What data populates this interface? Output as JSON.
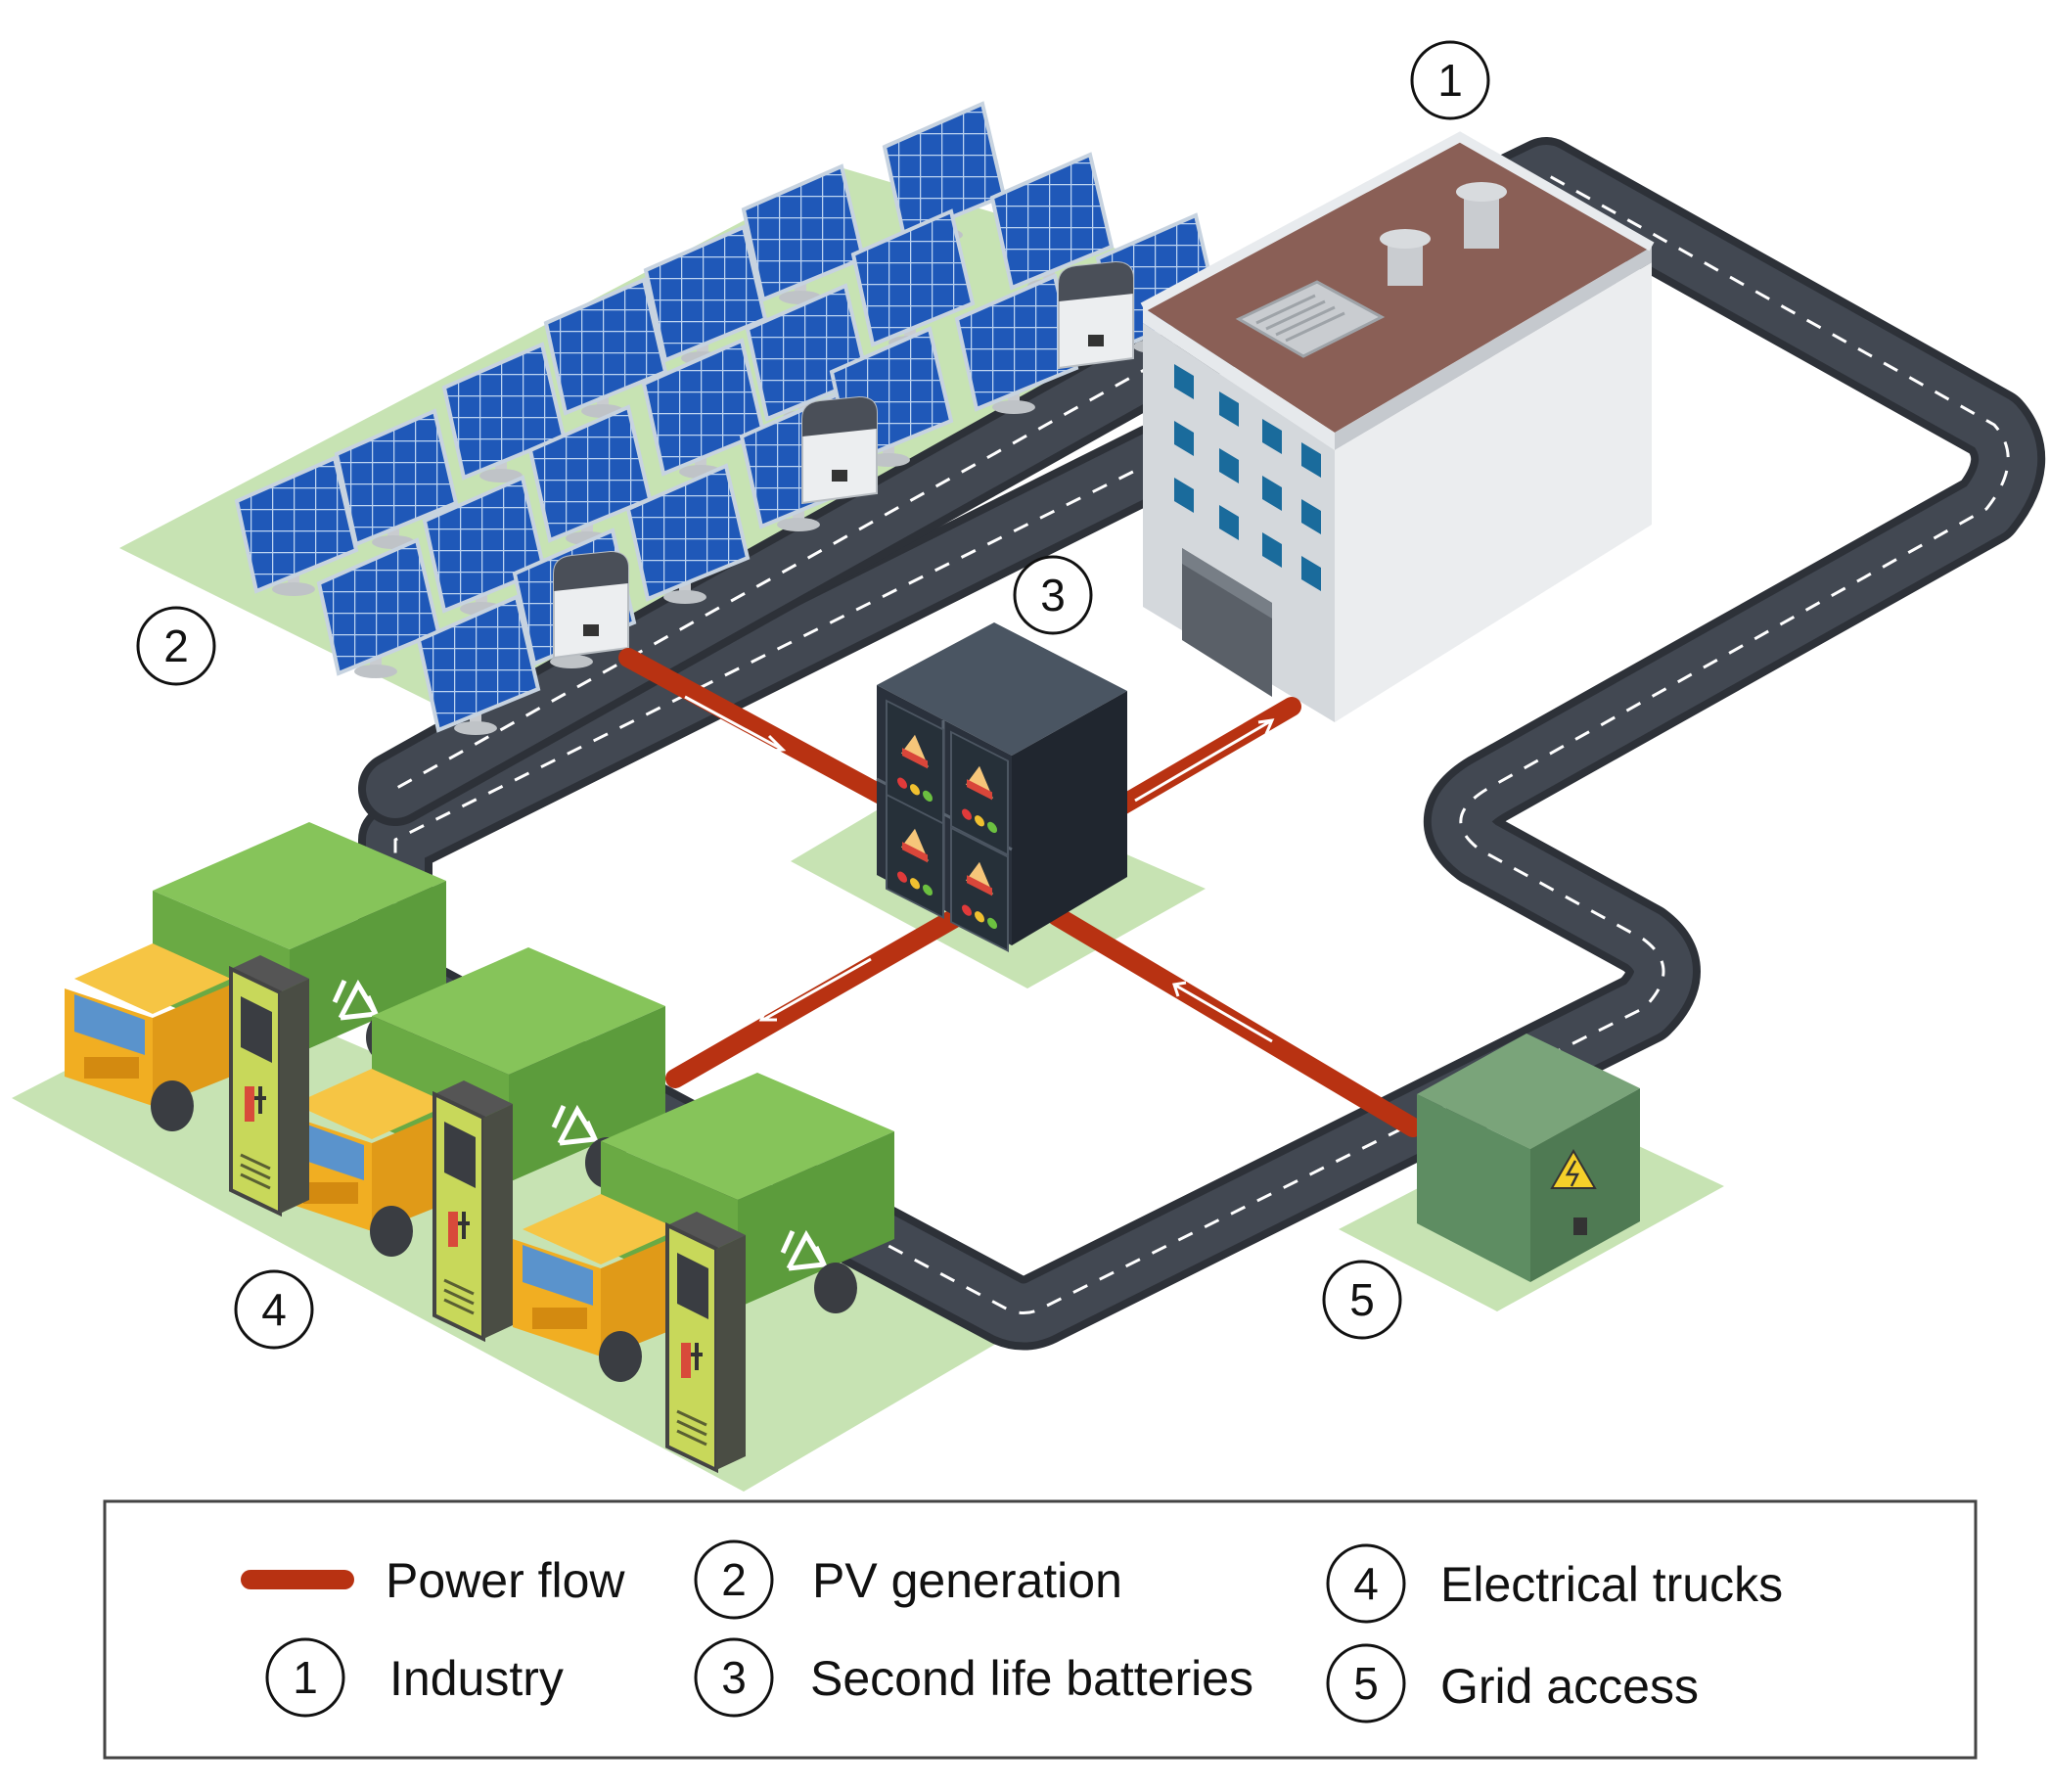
{
  "markers": [
    {
      "id": "industry",
      "number": "1"
    },
    {
      "id": "pv",
      "number": "2"
    },
    {
      "id": "batteries",
      "number": "3"
    },
    {
      "id": "trucks",
      "number": "4"
    },
    {
      "id": "grid",
      "number": "5"
    }
  ],
  "legend": {
    "power_flow": "Power flow",
    "items": [
      {
        "number": "1",
        "label": "Industry"
      },
      {
        "number": "2",
        "label": "PV generation"
      },
      {
        "number": "3",
        "label": "Second life batteries"
      },
      {
        "number": "4",
        "label": "Electrical trucks"
      },
      {
        "number": "5",
        "label": "Grid access"
      }
    ]
  },
  "colors": {
    "power_flow": "#b83212",
    "road": "#3e4450",
    "lawn": "#c7e3b3",
    "solar_panel": "#1f58b8",
    "building": "#d4d8dc",
    "roof": "#8a5f56",
    "truck_cargo": "#6aaa44",
    "truck_cab": "#f1ae22",
    "charger": "#c8d85a",
    "battery": "#2a313c",
    "grid_box": "#5e8d62"
  },
  "icons": [
    "solar-panel-icon",
    "inverter-icon",
    "building-icon",
    "battery-rack-icon",
    "truck-icon",
    "charger-icon",
    "recycle-icon",
    "high-voltage-icon"
  ]
}
